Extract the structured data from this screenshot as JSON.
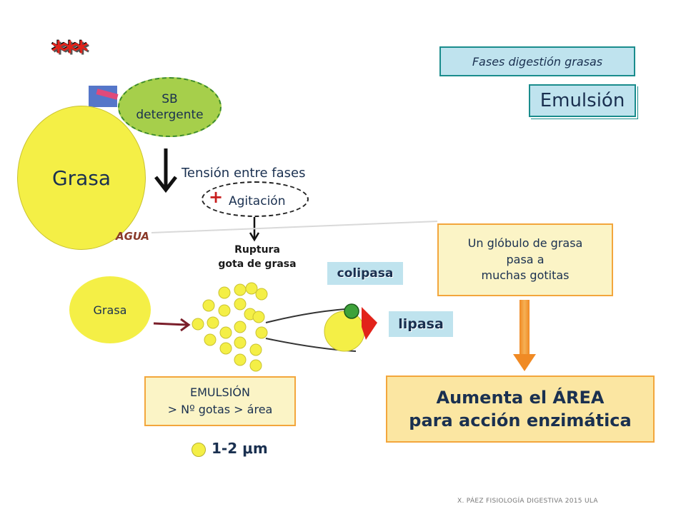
{
  "stars": "***",
  "phases_label": "Fases digestión grasas",
  "title": "Emulsión",
  "fat_large": "Grasa",
  "bile_salts": {
    "line1": "SB",
    "line2": "detergente"
  },
  "tension": "Tensión entre fases",
  "plus_sign": "+",
  "agitation": "Agitación",
  "rupture": {
    "line1": "Ruptura",
    "line2": "gota de grasa"
  },
  "water_label": "AGUA",
  "fat_small": "Grasa",
  "colipase": "colipasa",
  "lipase": "lipasa",
  "globule_note": {
    "line1": "Un glóbulo de grasa",
    "line2": "pasa a",
    "line3": "muchas gotitas"
  },
  "emulsion_box": {
    "line1": "EMULSIÓN",
    "line2": "> Nº gotas > área"
  },
  "result": {
    "line1": "Aumenta el ÁREA",
    "line2": "para acción enzimática"
  },
  "droplet_size": "1-2 μm",
  "footer": "X. PÁEZ   FISIOLOGÍA DIGESTIVA 2015 ULA",
  "colors": {
    "fat": "#f4ef46",
    "bile_salt": "#a6cf4b",
    "box_blue": "#bfe3ee",
    "box_cream": "#fbf4c6",
    "box_border": "#f3a63c",
    "accent_red": "#c81e1e"
  }
}
